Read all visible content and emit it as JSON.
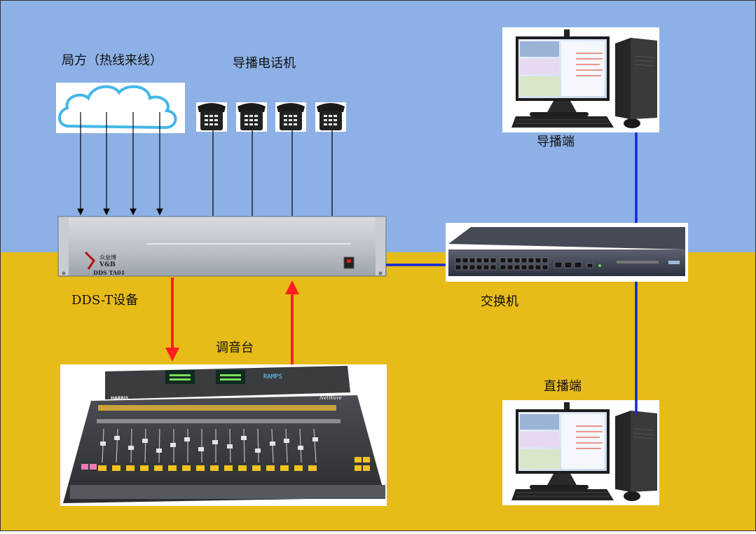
{
  "labels": {
    "central_office": "局方（热线来线）",
    "director_phones": "导播电话机",
    "director_terminal": "导播端",
    "dds_device": "DDS-T设备",
    "switch": "交换机",
    "mixer": "调音台",
    "live_terminal": "直播端"
  },
  "device_text": {
    "dds_brand": "V&B",
    "dds_brand_cn": "众益博",
    "dds_model": "DDS TA01",
    "mixer_brand": "HARRIS",
    "mixer_logo": "NetWave",
    "mixer_display": "RAMPS"
  },
  "colors": {
    "sky": "#8db1e6",
    "ground": "#e7bb18",
    "red_link": "#ff1d1d",
    "blue_link": "#1327d6",
    "black_link": "#000000"
  }
}
